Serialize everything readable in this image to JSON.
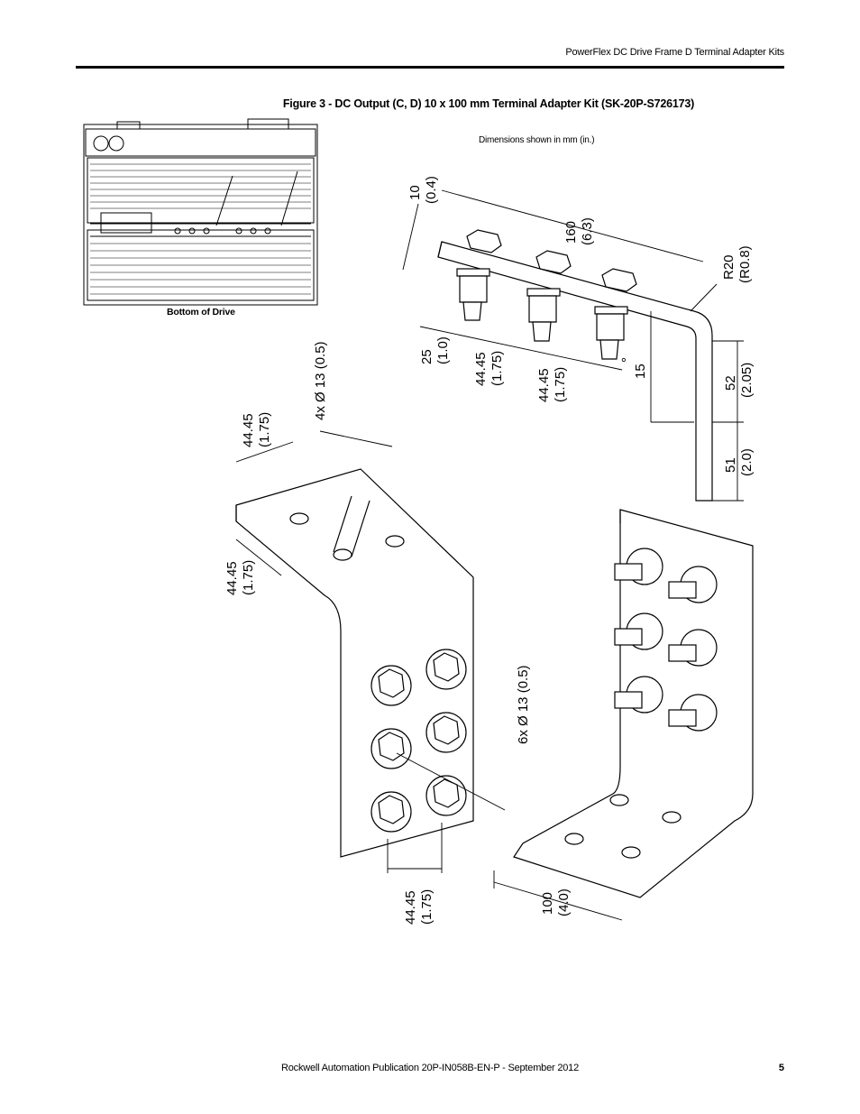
{
  "header": {
    "title": "PowerFlex DC Drive Frame D Terminal Adapter Kits"
  },
  "figure": {
    "title": "Figure 3 - DC Output (C, D) 10 x 100 mm Terminal Adapter Kit (SK-20P-S726173)",
    "dimensions_note": "Dimensions shown in mm (in.)",
    "drive_caption": "Bottom of Drive",
    "dimensions": {
      "d10_mm": "10",
      "d10_in": "(0.4)",
      "d160_mm": "160",
      "d160_in": "(6.3)",
      "r20_mm": "R20",
      "r20_in": "(R0.8)",
      "d25_mm": "25",
      "d25_in": "(1.0)",
      "d4445a_mm": "44.45",
      "d4445a_in": "(1.75)",
      "d4445b_mm": "44.45",
      "d4445b_in": "(1.75)",
      "angle": "15",
      "angle_unit": "°",
      "d52_mm": "52",
      "d52_in": "(2.05)",
      "d51_mm": "51",
      "d51_in": "(2.0)",
      "holes4": "4x Ø 13 (0.5)",
      "d4445c_mm": "44.45",
      "d4445c_in": "(1.75)",
      "d4445d_mm": "44.45",
      "d4445d_in": "(1.75)",
      "holes6": "6x Ø 13 (0.5)",
      "d4445e_mm": "44.45",
      "d4445e_in": "(1.75)",
      "d100_mm": "100",
      "d100_in": "(4.0)"
    }
  },
  "footer": {
    "publication": "Rockwell Automation Publication 20P-IN058B-EN-P - September 2012",
    "page_number": "5"
  }
}
